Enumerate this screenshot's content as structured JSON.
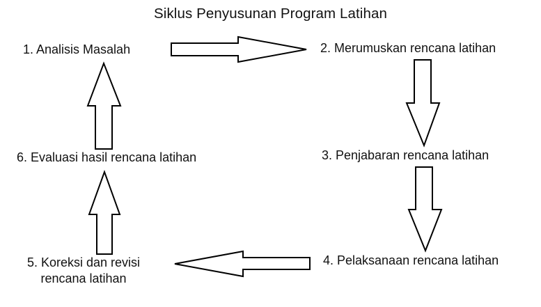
{
  "title": "Siklus Penyusunan Program Latihan",
  "steps": [
    {
      "number": "1",
      "label": "1. Analisis Masalah"
    },
    {
      "number": "2",
      "label": "2. Merumuskan rencana latihan"
    },
    {
      "number": "3",
      "label": "3. Penjabaran rencana latihan"
    },
    {
      "number": "4",
      "label": "4. Pelaksanaan rencana latihan"
    },
    {
      "number": "5",
      "label_line1": "5. Koreksi dan revisi",
      "label_line2": "rencana latihan"
    },
    {
      "number": "6",
      "label": "6. Evaluasi hasil rencana latihan"
    }
  ],
  "arrows": [
    {
      "from": "1",
      "to": "2",
      "direction": "right"
    },
    {
      "from": "2",
      "to": "3",
      "direction": "down"
    },
    {
      "from": "3",
      "to": "4",
      "direction": "down"
    },
    {
      "from": "4",
      "to": "5",
      "direction": "left"
    },
    {
      "from": "5",
      "to": "6",
      "direction": "up"
    },
    {
      "from": "6",
      "to": "1",
      "direction": "up"
    }
  ],
  "colors": {
    "background": "#ffffff",
    "stroke": "#000000",
    "text": "#111111"
  }
}
